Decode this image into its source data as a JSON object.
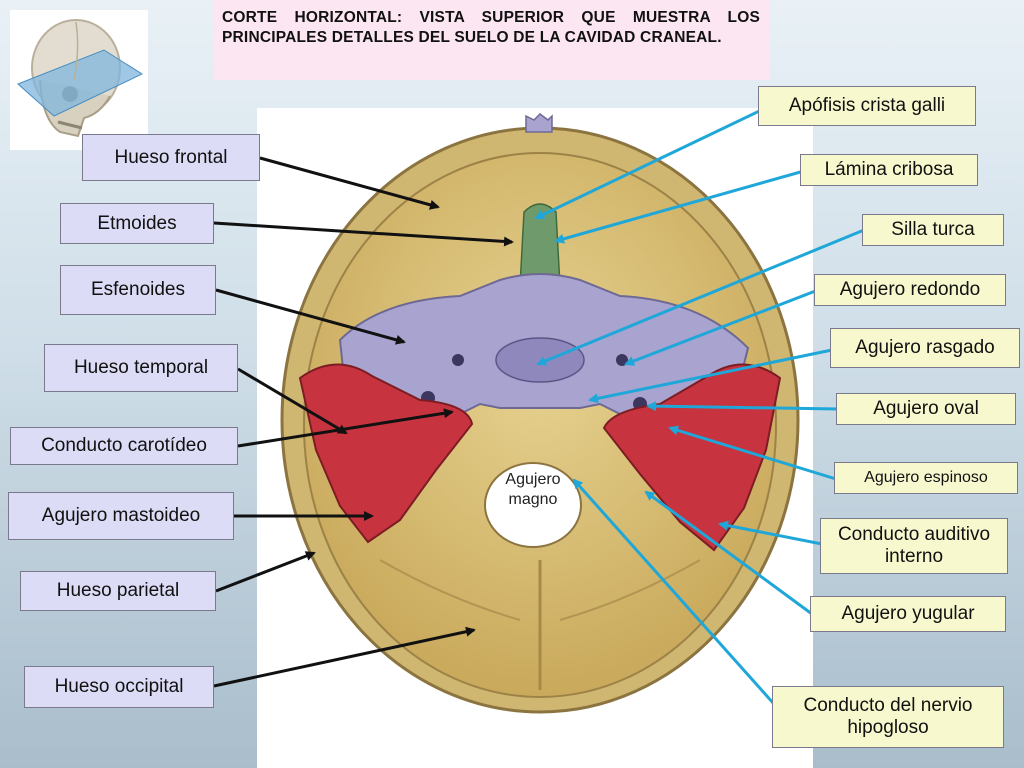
{
  "title": "CORTE HORIZONTAL: VISTA SUPERIOR QUE MUESTRA LOS PRINCIPALES DETALLES DEL SUELO DE LA CAVIDAD CRANEAL.",
  "left_labels": {
    "hueso_frontal": "Hueso frontal",
    "etmoides": "Etmoides",
    "esfenoides": "Esfenoides",
    "hueso_temporal": "Hueso temporal",
    "conducto_carotideo": "Conducto carotídeo",
    "agujero_mastoideo": "Agujero mastoideo",
    "hueso_parietal": "Hueso parietal",
    "hueso_occipital": "Hueso occipital"
  },
  "right_labels": {
    "apofisis_crista_galli": "Apófisis crista galli",
    "lamina_cribosa": "Lámina cribosa",
    "silla_turca": "Silla turca",
    "agujero_redondo": "Agujero redondo",
    "agujero_rasgado": "Agujero rasgado",
    "agujero_oval": "Agujero oval",
    "agujero_espinoso": "Agujero espinoso",
    "conducto_auditivo_interno": "Conducto auditivo interno",
    "agujero_yugular": "Agujero yugular",
    "conducto_nervio_hipogloso": "Conducto del nervio hipogloso"
  },
  "inline_label": {
    "agujero_magno": "Agujero magno"
  },
  "colors": {
    "left_label_bg": "#dcdcf7",
    "right_label_bg": "#f8f8cf",
    "title_bg": "#fbe6f1",
    "left_arrow": "#111111",
    "right_arrow": "#1ea7d8",
    "sphenoid": "#a9a3cf",
    "temporal": "#c7333f",
    "bone": "#d9c171",
    "ethmoid": "#6f9a6c"
  }
}
